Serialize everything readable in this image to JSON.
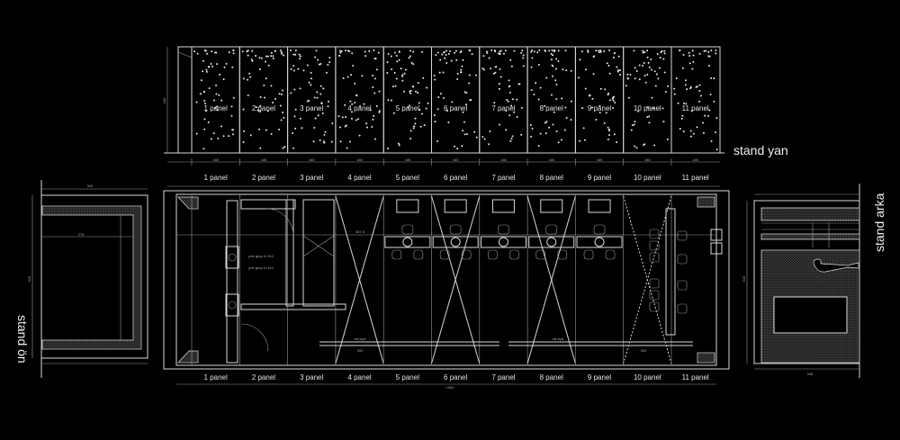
{
  "titles": {
    "side": "stand yan",
    "back": "stand arka",
    "front": "stand ön"
  },
  "panels": [
    "1 panel",
    "2 panel",
    "3 panel",
    "4 panel",
    "5 panel",
    "6 panel",
    "7 panel",
    "8 panel",
    "9 panel",
    "10 panel",
    "11 panel"
  ],
  "dimensions": {
    "panel_width": "185",
    "total_length": "1900",
    "counter_length": "300",
    "front_width": "340",
    "front_inner": "275",
    "front_height": "516",
    "elev_height": "340",
    "plan_mid": "467,5",
    "back_width": "335",
    "back_height": "516"
  },
  "annotations": {
    "sink_label": "priz grup h=110",
    "shelf_label": "raf açık"
  },
  "colors": {
    "background": "#000000",
    "line": "#d8d8d8"
  }
}
